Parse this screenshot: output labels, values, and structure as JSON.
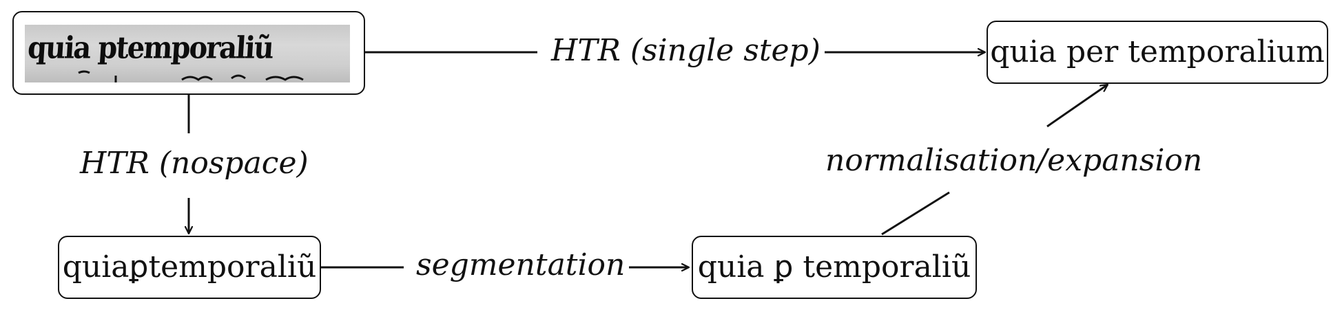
{
  "nodes": {
    "image_input": {
      "manuscript_text": "quia ptemporaliũ"
    },
    "single_step_output": {
      "label": "quia per temporalium"
    },
    "nospace_output": {
      "label": "quiaꝑtemporaliũ"
    },
    "segmented_output": {
      "label": "quia ꝑ temporaliũ"
    }
  },
  "edges": {
    "htr_single_step": {
      "label": "HTR (single step)"
    },
    "htr_nospace": {
      "label": "HTR (nospace)"
    },
    "segmentation": {
      "label": "segmentation"
    },
    "normalisation": {
      "label": "normalisation/expansion"
    }
  },
  "colors": {
    "line": "#111111",
    "background": "#ffffff",
    "parchment": "#cfcfcf"
  }
}
